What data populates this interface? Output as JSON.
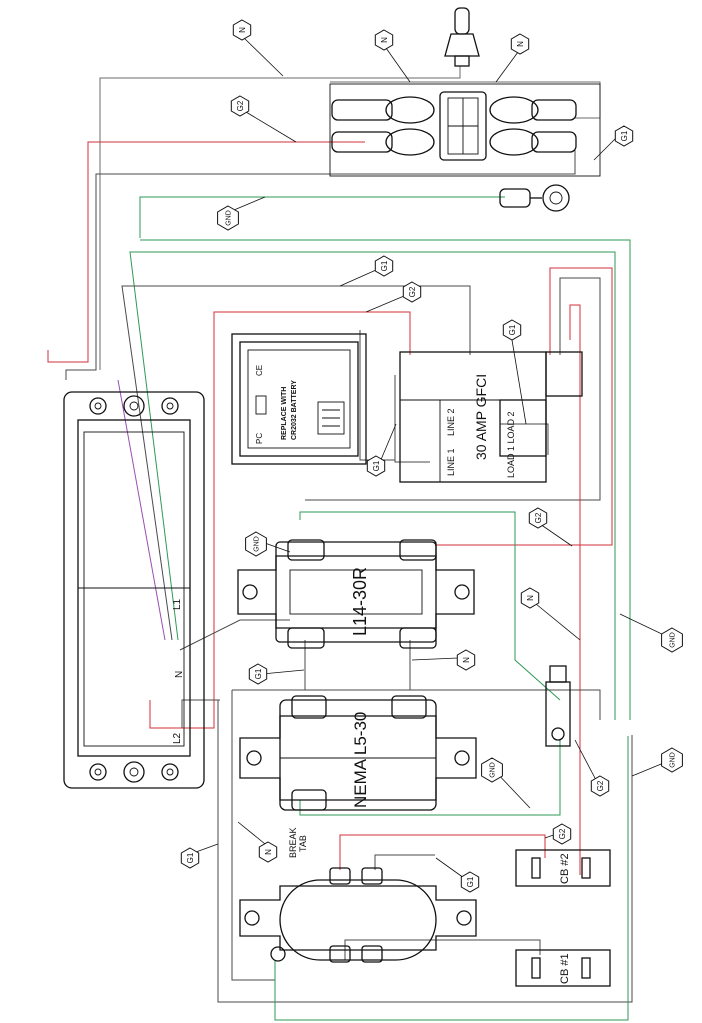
{
  "diagram": {
    "tags": {
      "n": "N",
      "g1": "G1",
      "g2": "G2",
      "gnd": "GND"
    },
    "components": {
      "gfci": {
        "title": "30 AMP GFCI",
        "line1": "LINE 1",
        "line2": "LINE 2",
        "loads": "LOAD 1 LOAD 2"
      },
      "l1430": {
        "label": "L14-30R"
      },
      "l530": {
        "label": "NEMA L5-30"
      },
      "cb1": {
        "label": "CB #1"
      },
      "cb2": {
        "label": "CB #2"
      },
      "break_tab": {
        "line1": "BREAK",
        "line2": "TAB"
      },
      "meter": {
        "line1": "REPLACE WITH",
        "line2": "CR2032 BATTERY",
        "ce": "CE",
        "pc": "PC"
      },
      "panel": {
        "l1": "L1",
        "l2": "L2",
        "n": "N"
      }
    },
    "wire_colors": {
      "hot_1": "#4a4a4a",
      "hot_2": "#d0303a",
      "neutral": "#6b6b6b",
      "ground": "#2e9a55"
    }
  }
}
